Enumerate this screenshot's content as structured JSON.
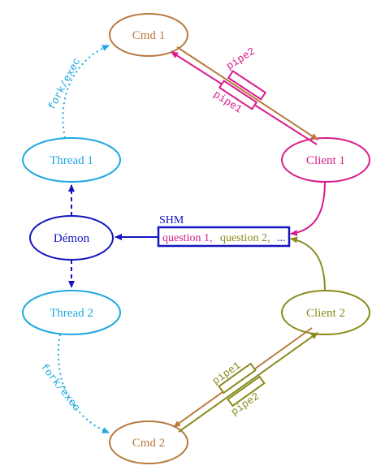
{
  "nodes": {
    "cmd1": {
      "label": "Cmd 1"
    },
    "client1": {
      "label": "Client 1"
    },
    "thread1": {
      "label": "Thread 1"
    },
    "demon": {
      "label": "Démon"
    },
    "thread2": {
      "label": "Thread 2"
    },
    "client2": {
      "label": "Client 2"
    },
    "cmd2": {
      "label": "Cmd 2"
    }
  },
  "shm": {
    "title": "SHM",
    "question1": "question 1,",
    "question2": "question 2,",
    "ellipsis": "..."
  },
  "edges": {
    "fork_exec_top": "fork/exec",
    "fork_exec_bottom": "fork/exec",
    "pipe2_top": "pipe2",
    "pipe1_top": "pipe1",
    "pipe1_bottom": "pipe1",
    "pipe2_bottom": "pipe2"
  },
  "colors": {
    "cmd": "#b87a3e",
    "client1": "#d81b8c",
    "thread": "#1fa8e0",
    "demon": "#1515c0",
    "client2": "#8a8a1e"
  }
}
